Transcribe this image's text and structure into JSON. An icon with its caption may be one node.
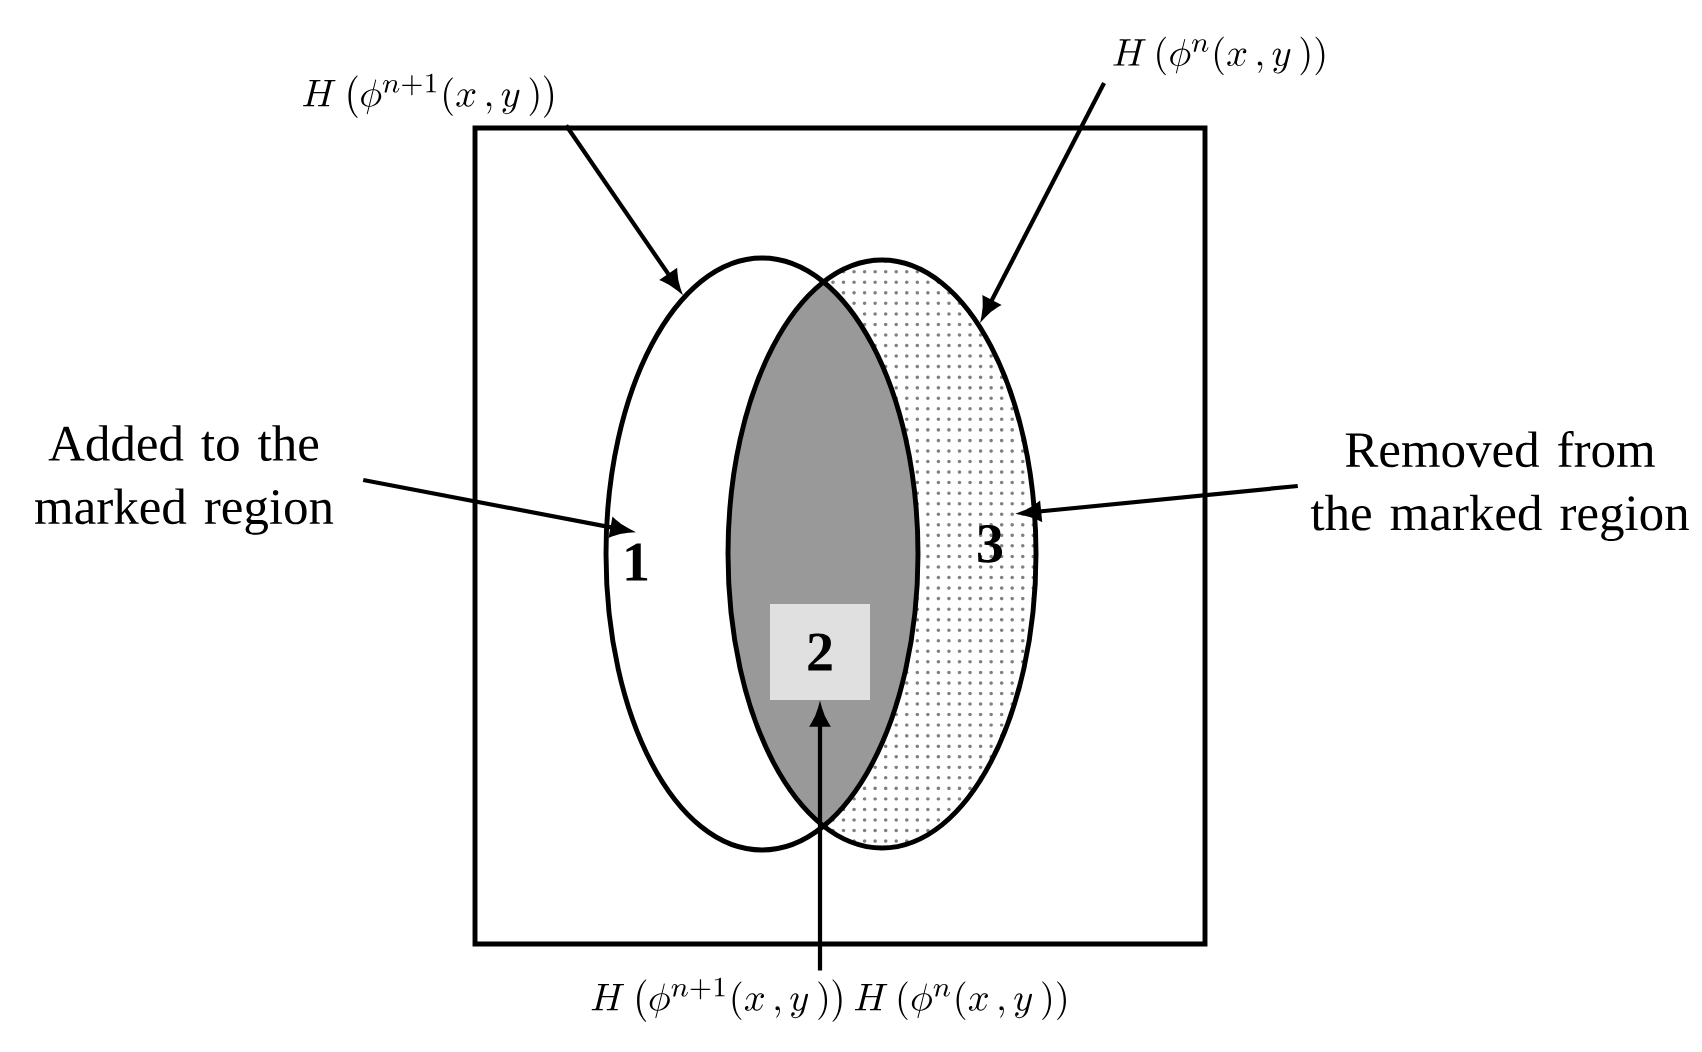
{
  "diagram": {
    "nodes": [
      {
        "text": [],
        "shape": "box"
      },
      {
        "text": [],
        "shape": "ellipse",
        "in": 0
      },
      {
        "text": [],
        "shape": "ellipse",
        "in": 0
      },
      {
        "text": [
          "1"
        ],
        "in": 1
      },
      {
        "text": [
          "2"
        ]
      },
      {
        "text": [
          "3"
        ],
        "in": 2
      },
      {
        "text": [
          "H\\left(\\phi^{n+1}(x\\,,y\\,)\\right)"
        ]
      },
      {
        "text": [
          "H\\left(\\phi^{n}(x\\,,y\\,)\\right)"
        ]
      },
      {
        "text": [
          "Added to the marked region"
        ]
      },
      {
        "text": [
          "Removed from the marked region"
        ]
      },
      {
        "text": [
          "H\\left(\\phi^{n+1}(x\\,,y\\,)\\right)H\\left(\\phi^{n}(x\\,,y\\,)\\right)"
        ]
      }
    ],
    "edges": [
      {
        "from": 6,
        "to": 1,
        "arrow": "to"
      },
      {
        "from": 7,
        "to": 2,
        "arrow": "to"
      },
      {
        "from": 8,
        "to": 3,
        "arrow": "to"
      },
      {
        "from": 9,
        "to": 5,
        "arrow": "to"
      },
      {
        "from": 10,
        "to": 4,
        "arrow": "to"
      }
    ]
  }
}
